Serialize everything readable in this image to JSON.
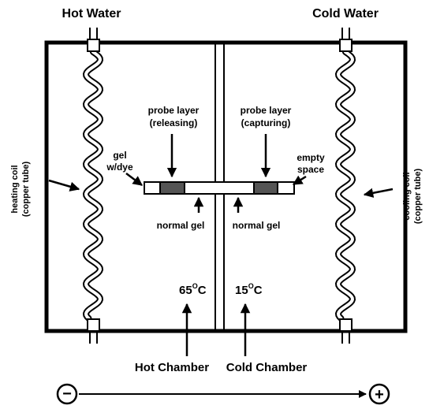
{
  "labels": {
    "hot_water": "Hot Water",
    "cold_water": "Cold Water",
    "heating_coil_line1": "heating coil",
    "heating_coil_line2": "(copper tube)",
    "cooling_coil_line1": "cooling coil",
    "cooling_coil_line2": "(copper tube)",
    "probe_releasing_line1": "probe layer",
    "probe_releasing_line2": "(releasing)",
    "probe_capturing_line1": "probe layer",
    "probe_capturing_line2": "(capturing)",
    "gel_dye_line1": "gel",
    "gel_dye_line2": "w/dye",
    "empty_space_line1": "empty",
    "empty_space_line2": "space",
    "normal_gel_left": "normal gel",
    "normal_gel_right": "normal gel",
    "temp_hot": "65",
    "temp_cold": "15",
    "degree_sup": "O",
    "celsius": "C",
    "hot_chamber": "Hot Chamber",
    "cold_chamber": "Cold Chamber",
    "minus_sign": "−",
    "plus_sign": "+"
  },
  "colors": {
    "stroke": "#000000",
    "probe_fill": "#555555",
    "background": "#ffffff"
  }
}
